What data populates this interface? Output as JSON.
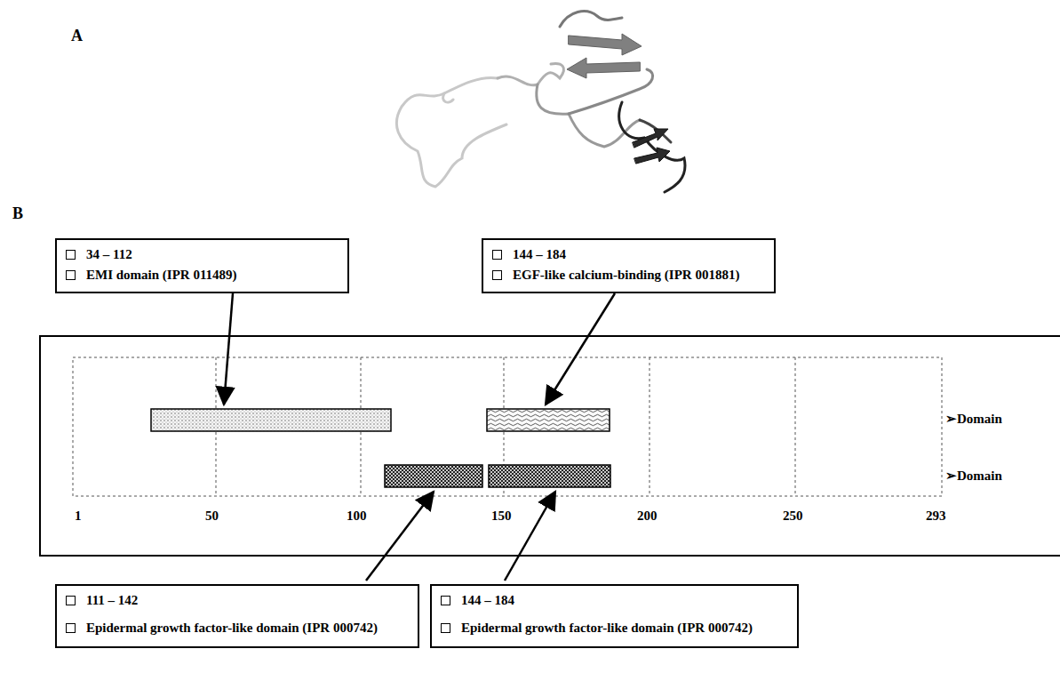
{
  "diagram": {
    "nodes": [
      {
        "text": [
          "34 – 112",
          "EMI domain (IPR 011489)"
        ]
      },
      {
        "text": [
          "144 – 184",
          "EGF-like calcium-binding (IPR 001881)"
        ]
      },
      {
        "text": [
          "111 – 142",
          "Epidermal growth factor-like domain (IPR 000742)"
        ]
      },
      {
        "text": [
          "144 – 184",
          "Epidermal growth factor-like domain (IPR 000742)"
        ]
      }
    ],
    "labels": [
      "A",
      "B",
      "1",
      "50",
      "100",
      "150",
      "200",
      "250",
      "293",
      "➢Domain",
      "➢Domain"
    ]
  }
}
